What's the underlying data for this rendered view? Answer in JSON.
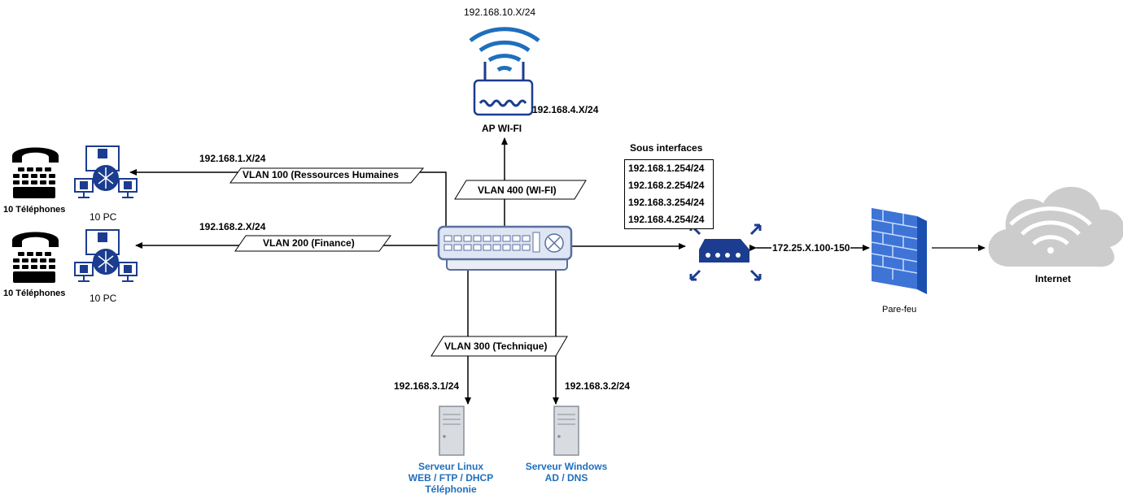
{
  "ap": {
    "network": "192.168.10.X/24",
    "mgmt_ip": "192.168.4.X/24",
    "label": "AP WI-FI"
  },
  "vlans": {
    "v100": "VLAN 100 (Ressources Humaines",
    "v200": "VLAN 200 (Finance)",
    "v300": "VLAN 300 (Technique)",
    "v400": "VLAN 400 (WI-FI)"
  },
  "hosts": {
    "row1_ip": "192.168.1.X/24",
    "row2_ip": "192.168.2.X/24",
    "phones_label_1": "10 Téléphones",
    "pcs_label_1": "10 PC",
    "phones_label_2": "10 Téléphones",
    "pcs_label_2": "10 PC"
  },
  "router": {
    "title": "Sous interfaces",
    "interfaces": [
      "192.168.1.254/24",
      "192.168.2.254/24",
      "192.168.3.254/24",
      "192.168.4.254/24"
    ],
    "wan_range": "172.25.X.100-150"
  },
  "firewall": {
    "label": "Pare-feu"
  },
  "internet": {
    "label": "Internet"
  },
  "servers": {
    "linux_ip": "192.168.3.1/24",
    "windows_ip": "192.168.3.2/24",
    "linux_label": [
      "Serveur Linux",
      "WEB / FTP / DHCP",
      "Téléphonie"
    ],
    "windows_label": [
      "Serveur Windows",
      "AD / DNS"
    ]
  },
  "colors": {
    "network_blue": "#1b3c8f",
    "accent_blue": "#1f6fbd",
    "switch_fill": "#dfe6f3",
    "server_fill": "#d8dbe0",
    "firewall": "#3d74d6",
    "cloud": "#cccccc"
  }
}
